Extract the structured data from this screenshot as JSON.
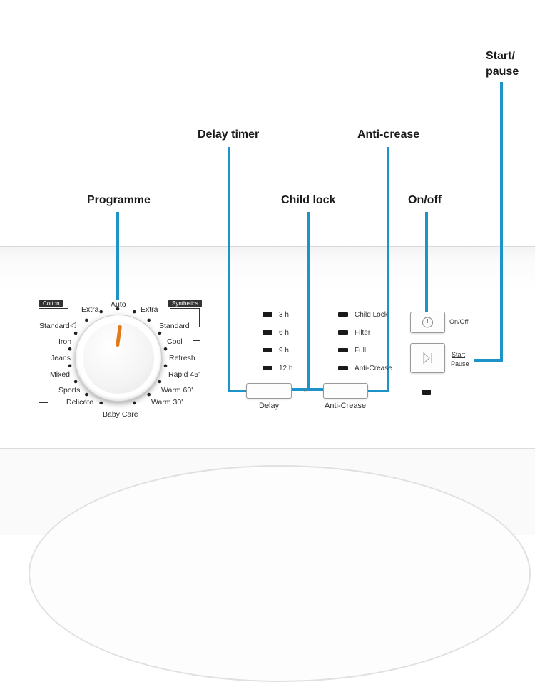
{
  "callouts": {
    "programme": "Programme",
    "delay_timer": "Delay timer",
    "child_lock": "Child lock",
    "anti_crease": "Anti-crease",
    "on_off": "On/off",
    "start_pause_line1": "Start/",
    "start_pause_line2": "pause"
  },
  "dial": {
    "groups": {
      "cotton": "Cotton",
      "synthetics": "Synthetics"
    },
    "programmes": {
      "auto": "Auto",
      "extra_left": "Extra",
      "extra_right": "Extra",
      "standard_left": "Standard",
      "standard_right": "Standard",
      "iron": "Iron",
      "cool": "Cool",
      "refresh": "Refresh",
      "jeans": "Jeans",
      "rapid": "Rapid 45'",
      "mixed": "Mixed",
      "warm60": "Warm 60'",
      "sports": "Sports",
      "delicate": "Delicate",
      "warm30": "Warm 30'",
      "baby_care": "Baby Care"
    }
  },
  "delay": {
    "options": [
      "3 h",
      "6 h",
      "9 h",
      "12 h"
    ],
    "button_label": "Delay"
  },
  "anticrease": {
    "options": [
      "Child Lock",
      "Filter",
      "Full",
      "Anti-Crease"
    ],
    "button_label": "Anti-Crease"
  },
  "power": {
    "label": "On/Off"
  },
  "start": {
    "label_line1": "Start",
    "label_line2": "Pause"
  },
  "colors": {
    "callout_line": "#1e93c9",
    "pointer": "#e07a1a"
  }
}
